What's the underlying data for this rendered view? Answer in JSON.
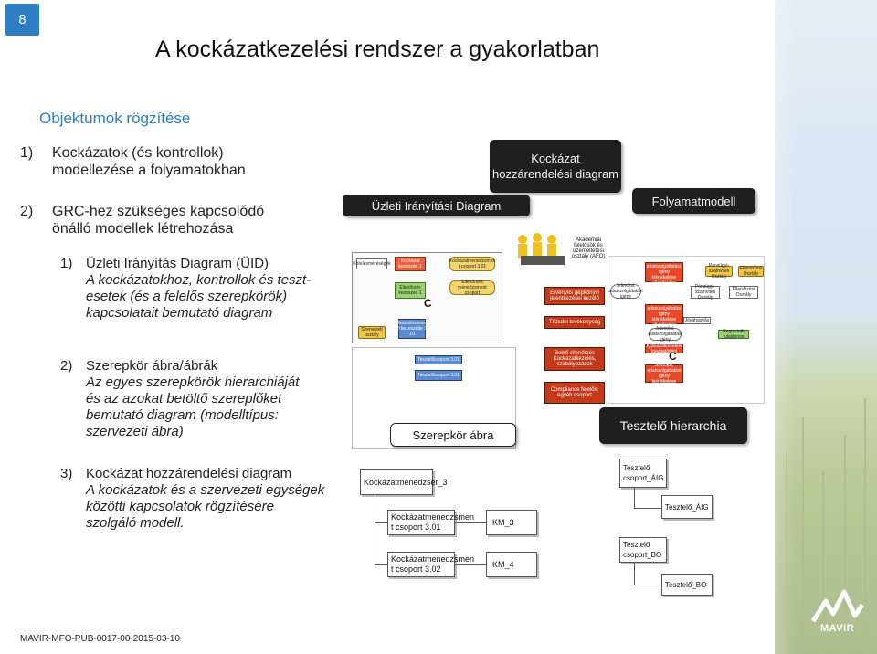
{
  "page_number": "8",
  "title": "A kockázatkezelési rendszer a gyakorlatban",
  "subtitle": "Objektumok rögzítése",
  "intro_items": [
    {
      "num": "1)",
      "text": "Kockázatok (és kontrollok) modellezése a folyamatokban"
    },
    {
      "num": "2)",
      "text": "GRC-hez szükséges kapcsolódó önálló modellek létrehozása"
    }
  ],
  "sections": [
    {
      "num": "1)",
      "heading": "Üzleti Irányítás Diagram (ÜID)",
      "desc": "A kockázatokhoz, kontrollok és teszt-esetek (és a felelős szerepkörök) kapcsolatait bemutató diagram"
    },
    {
      "num": "2)",
      "heading": "Szerepkör ábra/ábrák",
      "desc": "Az egyes szerepkörök hierarchiáját és az azokat betöltő szereplőket bemutató diagram (modelltípus: szervezeti ábra)"
    },
    {
      "num": "3)",
      "heading": "Kockázat hozzárendelési diagram",
      "desc": "A kockázatok és a szervezeti egységek közötti kapcsolatok rögzítésére szolgáló modell."
    }
  ],
  "labels": {
    "uid": "Üzleti Irányítási Diagram",
    "risk_assign": "Kockázat hozzárendelési diagram",
    "process_model": "Folyamatmodell",
    "role_chart": "Szerepkör ábra",
    "tester_hierarchy": "Tesztelő hierarchia"
  },
  "uid_nodes": {
    "goal": "Kötelesméréségek",
    "risk": "Kockázat kezeszéd 1",
    "risk_manager_group": "Kockázatmenedzsmen t csoport 3.01",
    "control": "Ellenőrzés kezeszéd 1",
    "control_owner": "Ellenőrzés menedzsment csoport",
    "org_unit": "Szervezeti osztály",
    "test": "Teszteléskezel ő kezeszéde 1 .01",
    "c_mark": "C"
  },
  "role_nodes": {
    "header": "Akadémiai felelősök és üzemeltetési osztály (AFO)",
    "n1": "Érvényes gépkönyvi jelentkezései kezelő",
    "n2": "Tőzsdei tevékenység",
    "n3": "Belső ellenőrzés Kockázatkezelés, szabályozások",
    "n4": "Compliance felelős, egyéb csoport",
    "n5": "Tesztelőcsoport 3.01",
    "n6": "Tesztelőcsoport 3.01"
  },
  "tester_nodes": {
    "top": "Jelentési, adatszolgáltatási, igény kiértékelése ellenőrzése",
    "left": "Jelentési, adatszolgáltatási igény",
    "mid": "Jelentési, adatszolgáltatási igény kiértékelése ellenőrzése",
    "mid2": "Jelentési, adatszolgáltatási igény",
    "low1": "Kockázatkezelési Igazgatósági",
    "low2": "Jelentési, adatszolgáltatási igény kiértékelése",
    "r1": "Pénzügyi-számviteli Osztály",
    "r2": "Ellenőrzési Osztály",
    "r3": "Pénzügyi-számviteli Osztály",
    "r4": "Ellenőrzési Osztály",
    "r5": "Jóváhagyás",
    "r6": "Regisztrált tulajdonos",
    "c_mark": "C"
  },
  "risk_assign": {
    "root": "Kockázatmenedzser_3",
    "group1": "Kockázatmenedzsmen t csoport 3.01",
    "group2": "Kockázatmenedzsmen t csoport 3.02",
    "km3": "KM_3",
    "km4": "KM_4"
  },
  "tester_assign": {
    "g1": "Tesztelő csoport_ÁIG",
    "g1_child": "Tesztelő_ÁIG",
    "g2": "Tesztelő csoport_BO",
    "g2_child": "Tesztelő_BO"
  },
  "footer": "MAVIR-MFO-PUB-0017-00-2015-03-10",
  "logo_text": "MAVIR",
  "colors": {
    "accent_blue": "#2e7ec4",
    "pill_dark": "#1f1f1f"
  }
}
